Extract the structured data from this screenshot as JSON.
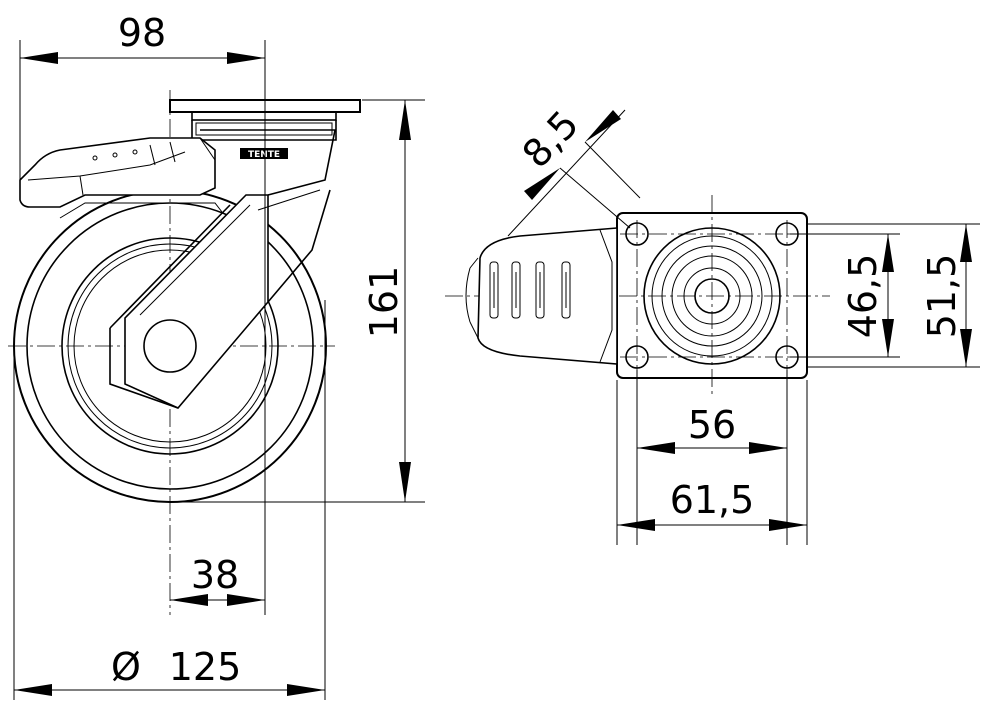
{
  "drawing": {
    "side_view": {
      "dimensions": {
        "offset_width": "98",
        "overall_height": "161",
        "axle_offset": "38",
        "diameter_symbol": "Ø",
        "wheel_diameter": "125"
      },
      "brand_mark": "TENTE"
    },
    "top_view": {
      "dimensions": {
        "bolt_hole": "8,5",
        "hole_spacing_length": "56",
        "plate_length": "61,5",
        "hole_spacing_width": "46,5",
        "plate_width": "51,5"
      }
    }
  }
}
